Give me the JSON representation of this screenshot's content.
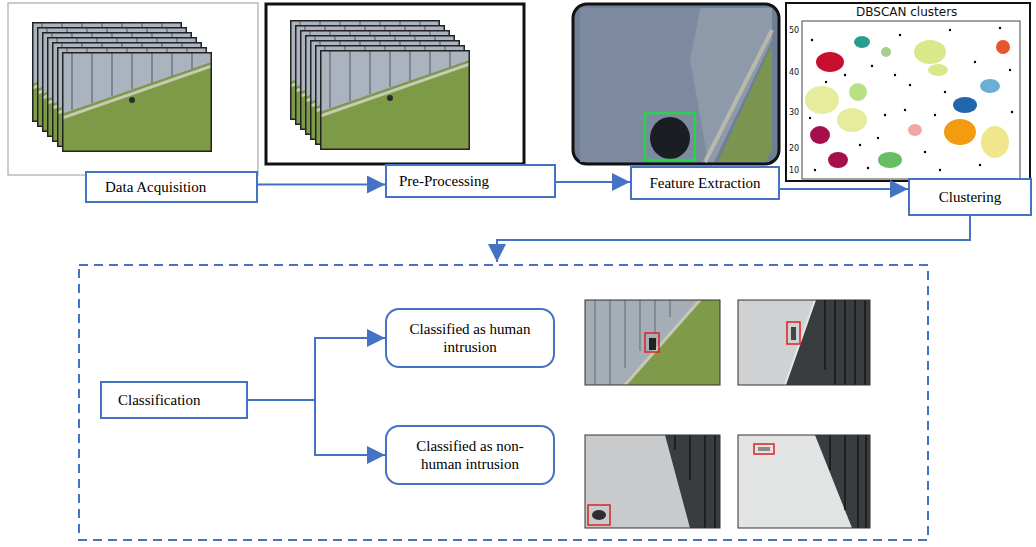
{
  "diagram": {
    "nodes": [
      {
        "text": [
          "Data Acquisition"
        ]
      },
      {
        "text": [
          "Pre-Processing"
        ]
      },
      {
        "text": [
          "Feature Extraction"
        ]
      },
      {
        "text": [
          "Clustering"
        ]
      },
      {
        "text": [
          "Classification"
        ]
      },
      {
        "text": [
          "Classified as human intrusion"
        ]
      },
      {
        "text": [
          "Classified as non-human intrusion"
        ]
      }
    ],
    "edges": [
      {
        "from": 0,
        "to": 1,
        "arrow": "to"
      },
      {
        "from": 1,
        "to": 2,
        "arrow": "to"
      },
      {
        "from": 2,
        "to": 3,
        "arrow": "to"
      },
      {
        "from": 4,
        "to": 5,
        "arrow": "to"
      },
      {
        "from": 4,
        "to": 6,
        "arrow": "to"
      }
    ],
    "labels": [
      "DBSCAN clusters",
      "50",
      "40",
      "30",
      "20",
      "10"
    ]
  }
}
